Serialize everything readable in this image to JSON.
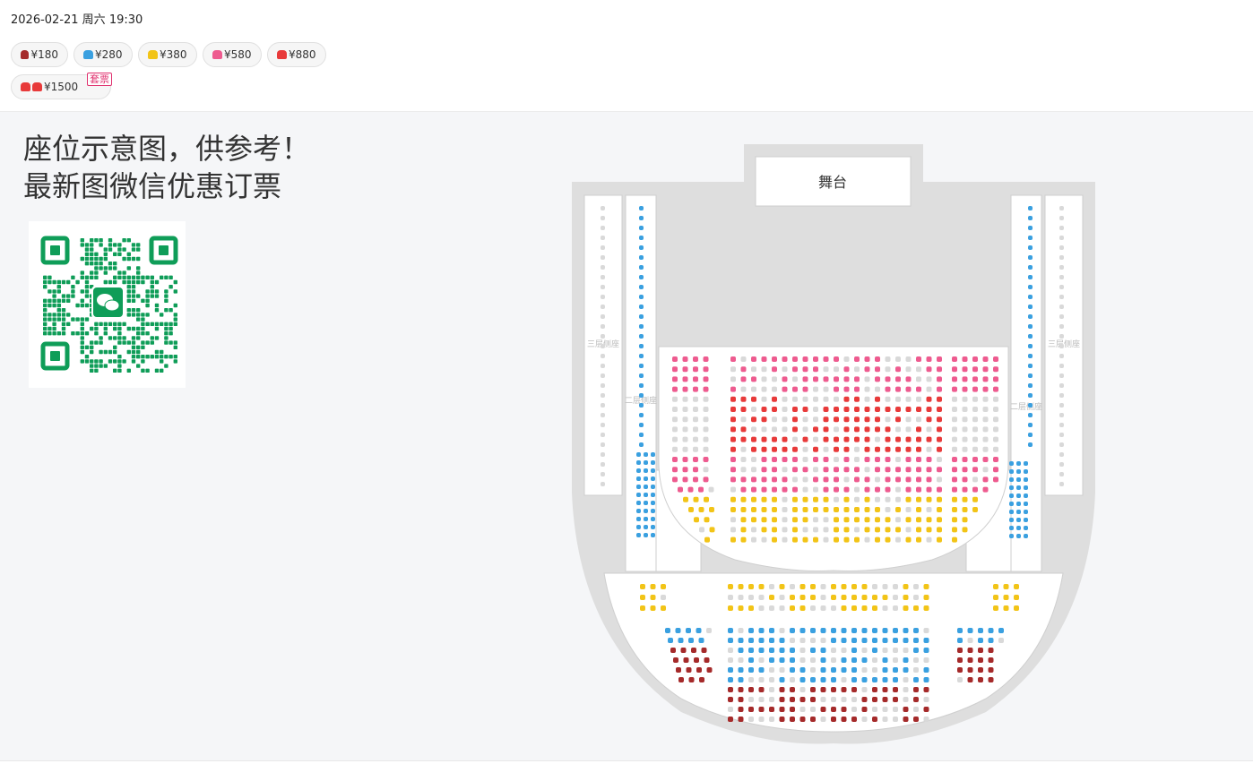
{
  "show": {
    "datetime": "2026-02-21 周六 19:30"
  },
  "prices": [
    {
      "label": "¥180",
      "color": "#a52a2a"
    },
    {
      "label": "¥280",
      "color": "#3aa0e0"
    },
    {
      "label": "¥380",
      "color": "#f2c417"
    },
    {
      "label": "¥580",
      "color": "#ee5b8f"
    },
    {
      "label": "¥880",
      "color": "#e83a3a"
    },
    {
      "label": "¥1500",
      "color": "#e83a3a",
      "badge": "套票"
    }
  ],
  "promo": {
    "line1": "座位示意图，供参考！",
    "line2": "最新图微信优惠订票"
  },
  "qr": {
    "icon": "wechat-icon",
    "color": "#0f9d58"
  },
  "map": {
    "stage_label": "舞台",
    "box_labels": [
      "三层侧座",
      "二层侧座",
      "二层侧座",
      "三层侧座"
    ],
    "sold_color": "#d9d9d9"
  }
}
